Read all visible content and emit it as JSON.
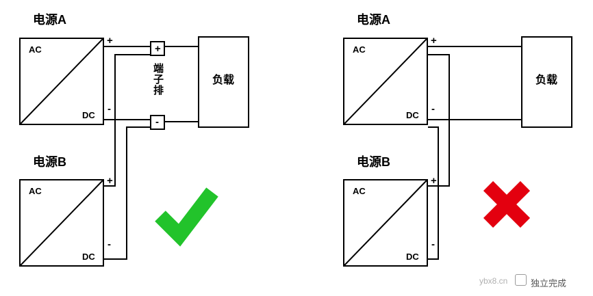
{
  "diagram": {
    "title_left": "电源A",
    "title_left_b": "电源B",
    "title_right": "电源A",
    "title_right_b": "电源B",
    "ac_label": "AC",
    "dc_label": "DC",
    "plus": "+",
    "minus": "-",
    "load_label": "负载",
    "terminal_block_label": "端子排",
    "correct_mark": "✔",
    "wrong_mark": "✘",
    "colors": {
      "correct": "#22c32b",
      "wrong": "#e3000f",
      "line": "#000000",
      "watermark": "#b0b0b0"
    }
  },
  "left_panel": {
    "psu_a": {
      "title": "电源A",
      "ac": "AC",
      "dc": "DC",
      "plus": "+",
      "minus": "-"
    },
    "psu_b": {
      "title": "电源B",
      "ac": "AC",
      "dc": "DC",
      "plus": "+",
      "minus": "-"
    },
    "terminal_plus": "+",
    "terminal_minus": "-",
    "terminal_name": "端子排",
    "load": "负载",
    "verdict": "✔"
  },
  "right_panel": {
    "psu_a": {
      "title": "电源A",
      "ac": "AC",
      "dc": "DC",
      "plus": "+",
      "minus": "-"
    },
    "psu_b": {
      "title": "电源B",
      "ac": "AC",
      "dc": "DC",
      "plus": "+",
      "minus": "-"
    },
    "load": "负载",
    "verdict": "✘"
  },
  "watermark": {
    "site": "ybx8.cn",
    "text": "独立完成"
  }
}
